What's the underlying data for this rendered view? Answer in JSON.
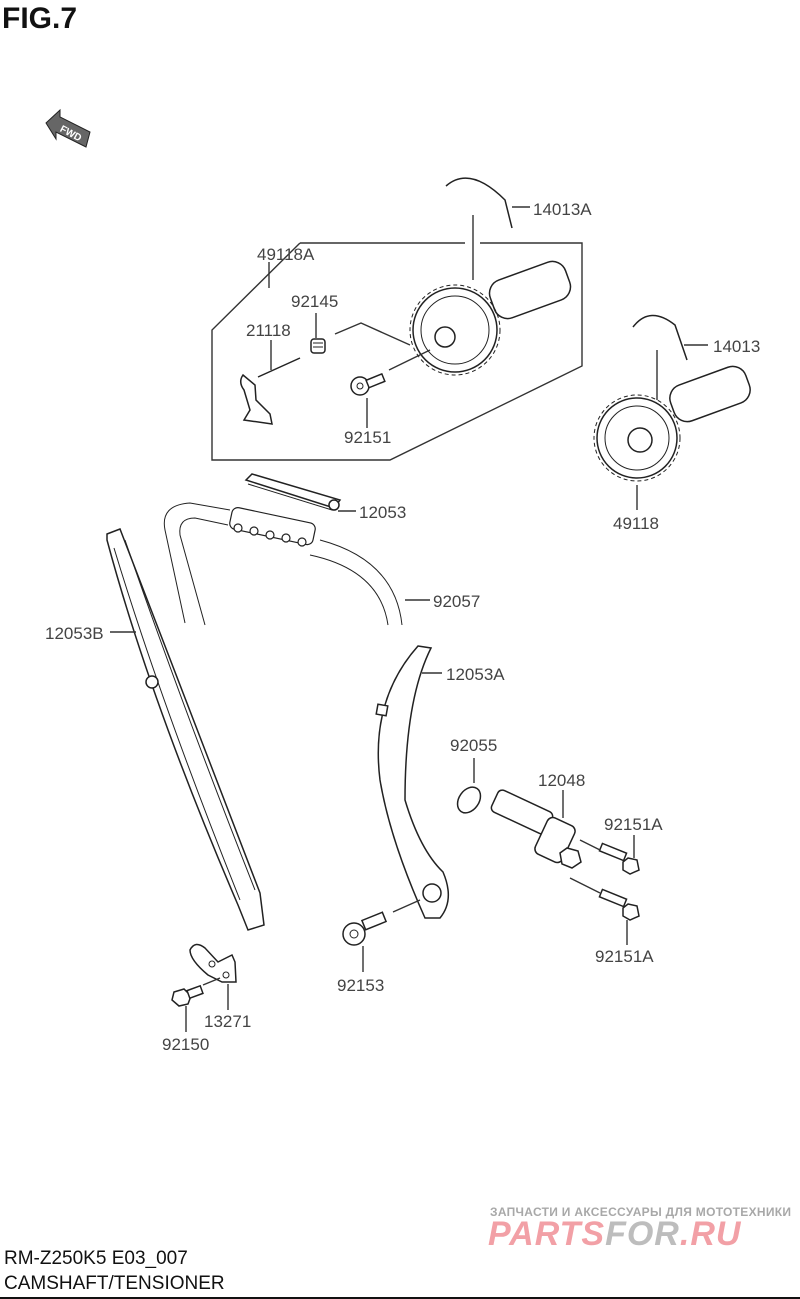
{
  "figure": {
    "title": "FIG.7",
    "direction_marker": "FWD",
    "model_code": "RM-Z250K5 E03_007",
    "section_title": "CAMSHAFT/TENSIONER"
  },
  "parts": {
    "p14013A": "14013A",
    "p49118A": "49118A",
    "p92145": "92145",
    "p21118": "21118",
    "p92151": "92151",
    "p14013": "14013",
    "p49118": "49118",
    "p12053": "12053",
    "p92057": "92057",
    "p12053B": "12053B",
    "p12053A": "12053A",
    "p92055": "92055",
    "p12048": "12048",
    "p92151A_1": "92151A",
    "p92151A_2": "92151A",
    "p92153": "92153",
    "p13271": "13271",
    "p92150": "92150"
  },
  "watermark": {
    "tagline": "ЗАПЧАСТИ И АКСЕССУАРЫ ДЛЯ МОТОТЕХНИКИ",
    "brand_part1": "PARTS",
    "brand_part2": "FOR",
    "brand_part3": ".RU"
  }
}
